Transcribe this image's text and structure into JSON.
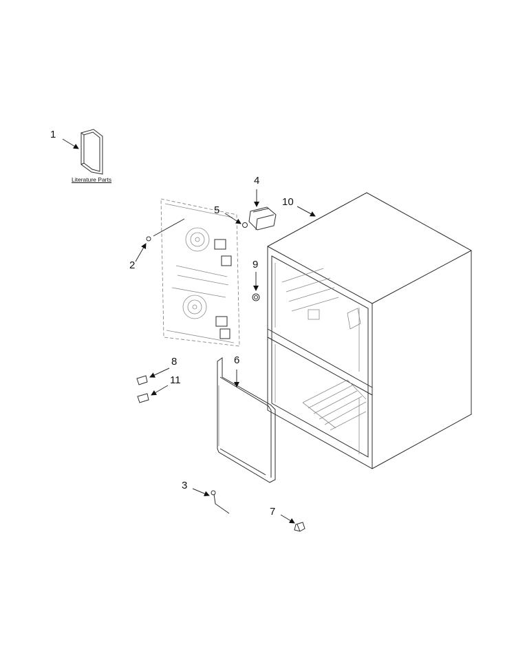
{
  "diagram": {
    "literature_label": "Literature Parts",
    "callouts": [
      "1",
      "2",
      "3",
      "4",
      "5",
      "6",
      "7",
      "8",
      "9",
      "10",
      "11"
    ]
  }
}
